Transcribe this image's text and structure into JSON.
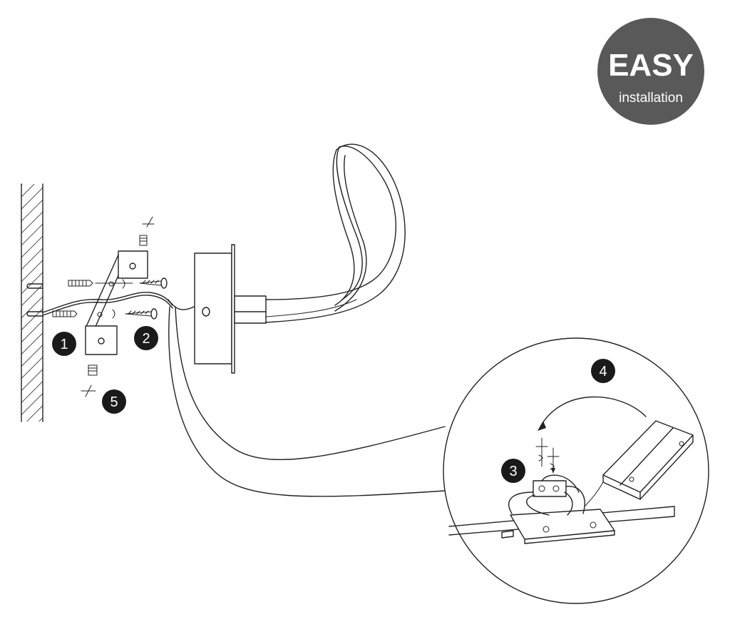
{
  "badge": {
    "title": "EASY",
    "subtitle": "installation",
    "color": "#595959"
  },
  "steps": [
    {
      "label": "1"
    },
    {
      "label": "2"
    },
    {
      "label": "3"
    },
    {
      "label": "4"
    },
    {
      "label": "5"
    }
  ],
  "colors": {
    "line": "#222222",
    "step_circle": "#1a1a1a",
    "background": "#ffffff"
  }
}
